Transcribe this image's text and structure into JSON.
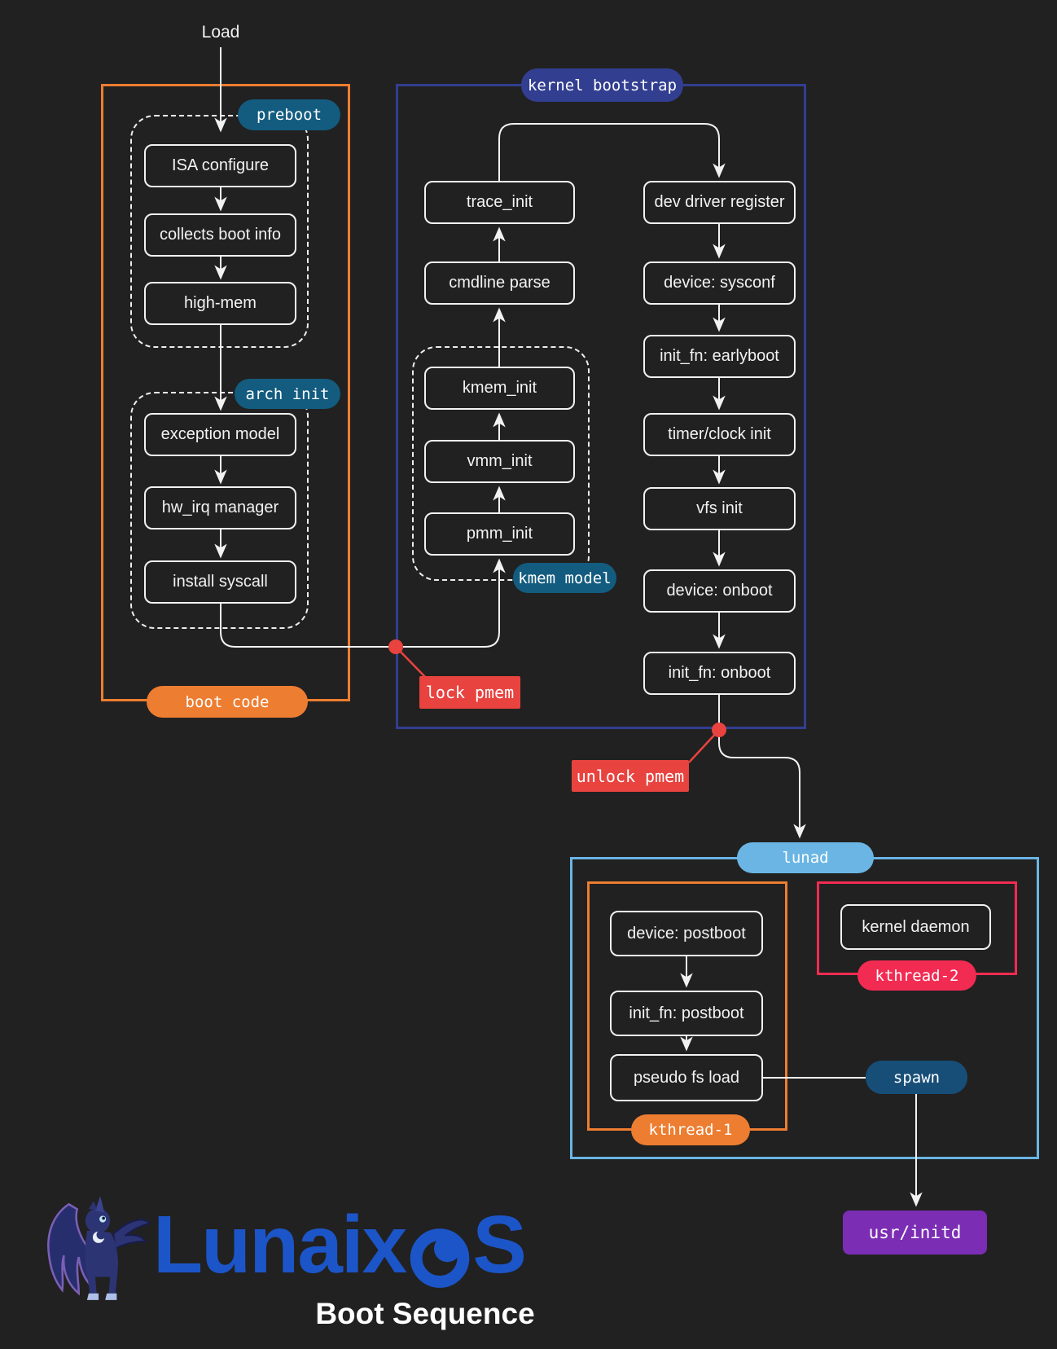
{
  "title": {
    "load": "Load",
    "caption": "Boot Sequence"
  },
  "logo": {
    "wordmark_prefix": "Lunaix",
    "wordmark_suffix": "S"
  },
  "badges": {
    "preboot": "preboot",
    "arch_init": "arch init",
    "kernel_bootstrap": "kernel bootstrap",
    "kmem_model": "kmem model",
    "boot_code": "boot code",
    "lunad": "lunad",
    "kthread1": "kthread-1",
    "kthread2": "kthread-2",
    "spawn": "spawn",
    "lock_pmem": "lock pmem",
    "unlock_pmem": "unlock pmem"
  },
  "nodes": {
    "isa_configure": "ISA configure",
    "collects_boot_info": "collects boot info",
    "high_mem": "high-mem",
    "exception_model": "exception model",
    "hw_irq_manager": "hw_irq manager",
    "install_syscall": "install syscall",
    "trace_init": "trace_init",
    "cmdline_parse": "cmdline parse",
    "kmem_init": "kmem_init",
    "vmm_init": "vmm_init",
    "pmm_init": "pmm_init",
    "dev_driver_register": "dev driver register",
    "device_sysconf": "device: sysconf",
    "init_fn_earlyboot": "init_fn: earlyboot",
    "timer_clock_init": "timer/clock init",
    "vfs_init": "vfs init",
    "device_onboot": "device: onboot",
    "init_fn_onboot": "init_fn: onboot",
    "device_postboot": "device: postboot",
    "init_fn_postboot": "init_fn: postboot",
    "pseudo_fs_load": "pseudo fs load",
    "kernel_daemon": "kernel daemon",
    "usr_initd": "usr/initd"
  },
  "colors": {
    "background": "#212121",
    "node_border": "#f2f2f2",
    "boot_code_orange": "#ed7d31",
    "kernel_bootstrap_navy": "#323e90",
    "stage_badge_teal": "#135c7f",
    "spawn_blue": "#174e78",
    "pmem_red": "#e8433f",
    "kthread2_crimson": "#f12b52",
    "lunad_blue": "#6ab5e4",
    "initd_purple": "#7b2db4",
    "logo_blue": "#1c55c8"
  }
}
